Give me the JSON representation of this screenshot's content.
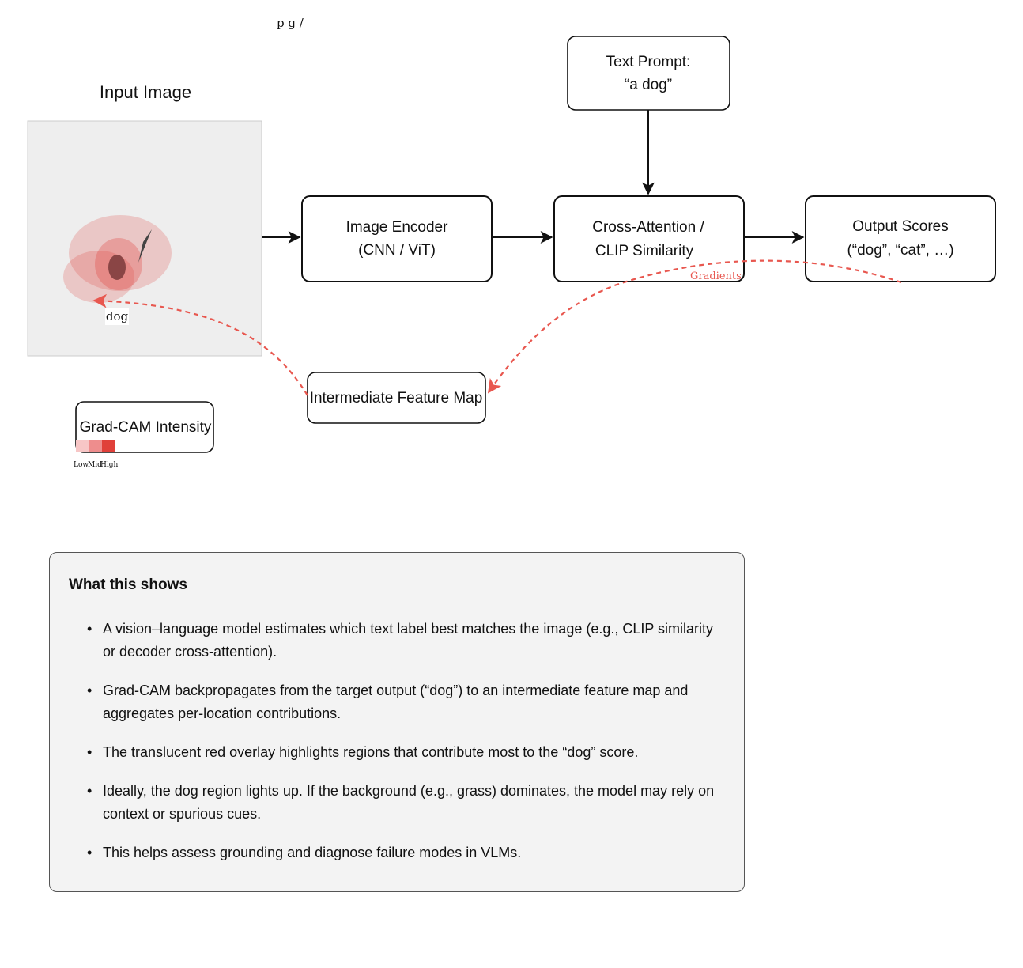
{
  "diagram": {
    "header_partial": "p  g    /",
    "input_title": "Input Image",
    "dog_label": "dog",
    "text_prompt": {
      "line1": "Text Prompt:",
      "line2": "“a dog”"
    },
    "image_encoder": {
      "line1": "Image Encoder",
      "line2": "(CNN / ViT)"
    },
    "cross_attention": {
      "line1": "Cross-Attention /",
      "line2": "CLIP Similarity"
    },
    "output_scores": {
      "line1": "Output Scores",
      "line2": "(“dog”, “cat”, …)"
    },
    "gradients_label": "Gradients",
    "feature_map": "Intermediate Feature Map",
    "legend": {
      "title": "Grad-CAM Intensity",
      "low": "Low",
      "mid": "Mid",
      "high": "High"
    }
  },
  "colors": {
    "heat_low": "#f7c6c6",
    "heat_mid": "#ee8d8d",
    "heat_high": "#e0403a",
    "gradient_arrow": "#e8574f",
    "image_background": "#eeeeee",
    "panel_background": "#f3f3f3"
  },
  "explanation": {
    "title": "What this shows",
    "bullets": [
      "A vision–language model estimates which text label best matches the image (e.g., CLIP similarity or decoder cross-attention).",
      "Grad-CAM backpropagates from the target output (“dog”) to an intermediate feature map and aggregates per-location contributions.",
      "The translucent red overlay highlights regions that contribute most to the “dog” score.",
      "Ideally, the dog region lights up. If the background (e.g., grass) dominates, the model may rely on context or spurious cues.",
      "This helps assess grounding and diagnose failure modes in VLMs."
    ]
  }
}
